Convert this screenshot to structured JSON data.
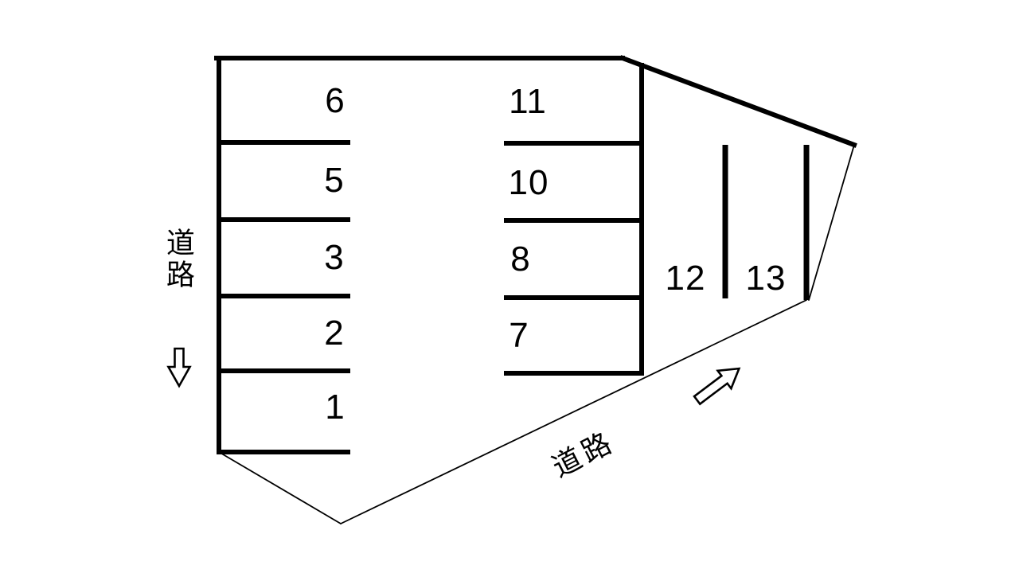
{
  "meta": {
    "background_color": "#ffffff",
    "line_color": "#000000",
    "description": "parking lot layout diagram"
  },
  "spaces": {
    "left_column": [
      "6",
      "5",
      "3",
      "2",
      "1"
    ],
    "middle_column": [
      "11",
      "10",
      "8",
      "7"
    ],
    "right_section": [
      "12",
      "13"
    ]
  },
  "roads": {
    "left_label": "道路",
    "bottom_label": "道路"
  },
  "icons": {
    "left_road_arrow": "down-white-arrow",
    "bottom_road_arrow": "northeast-white-arrow"
  }
}
